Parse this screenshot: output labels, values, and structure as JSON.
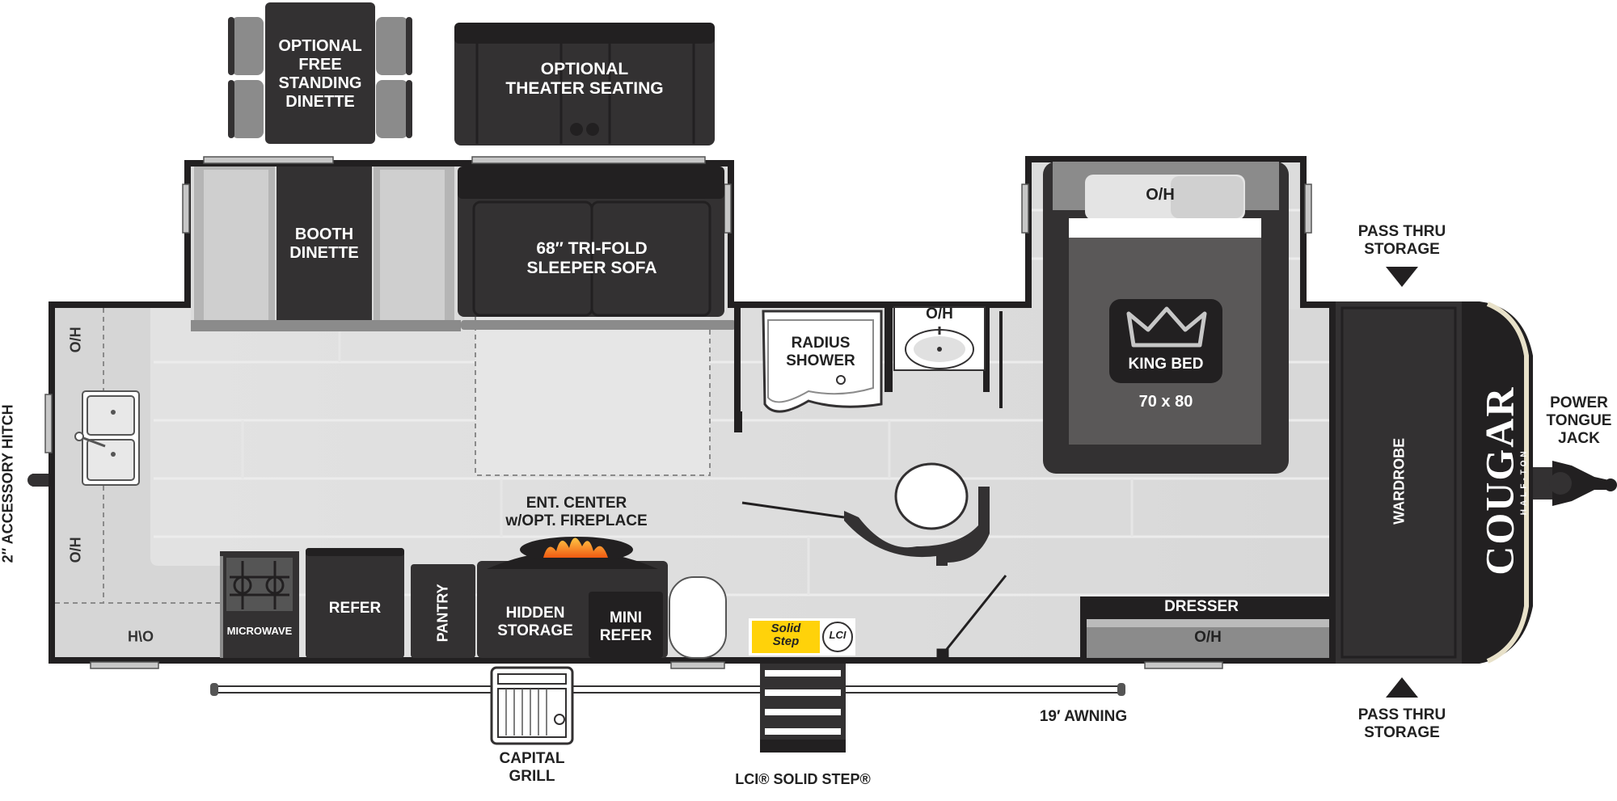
{
  "labels": {
    "optional_dinette": "OPTIONAL\nFREE\nSTANDING\nDINETTE",
    "theater_seating": "OPTIONAL\nTHEATER SEATING",
    "booth_dinette": "BOOTH\nDINETTE",
    "sleeper_sofa": "68″ TRI-FOLD\nSLEEPER SOFA",
    "oh_bed": "O/H",
    "king_bed": "KING BED",
    "bed_size": "70 x 80",
    "pass_thru_top": "PASS THRU\nSTORAGE",
    "pass_thru_bottom": "PASS THRU\nSTORAGE",
    "power_tongue_jack": "POWER\nTONGUE\nJACK",
    "accessory_hitch": "2″ ACCESSORY HITCH",
    "oh_left_top": "O/H",
    "oh_left_bottom": "O/H",
    "oh_bottom_left": "O\\H",
    "radius_shower": "RADIUS\nSHOWER",
    "oh_bath": "O/H",
    "ent_center": "ENT. CENTER\nw/OPT. FIREPLACE",
    "microwave": "MICROWAVE",
    "refer": "REFER",
    "pantry": "PANTRY",
    "hidden_storage": "HIDDEN\nSTORAGE",
    "mini_refer": "MINI\nREFER",
    "dresser": "DRESSER",
    "oh_dresser": "O/H",
    "wardrobe": "WARDROBE",
    "awning": "19′ AWNING",
    "capital_grill": "CAPITAL\nGRILL",
    "solid_step": "LCI® SOLID STEP®",
    "solid_step_logo_line1": "Solid",
    "solid_step_logo_line2": "Step",
    "lci_logo": "LCI",
    "brand_name": "COUGAR",
    "brand_sub": "HALF-TON"
  },
  "icons": [
    "crown-icon",
    "flame-icon",
    "sink-icon",
    "stove-icon",
    "tongue-jack-icon"
  ],
  "colors": {
    "floor": "#dcdcdc",
    "plank": "#e9e9e9",
    "dark": "#333132",
    "darker": "#222021",
    "mid_gray": "#8b8b8b",
    "light_gray": "#c7c7c7",
    "counter": "#d6d6d6",
    "fire": "#f07a1a"
  }
}
